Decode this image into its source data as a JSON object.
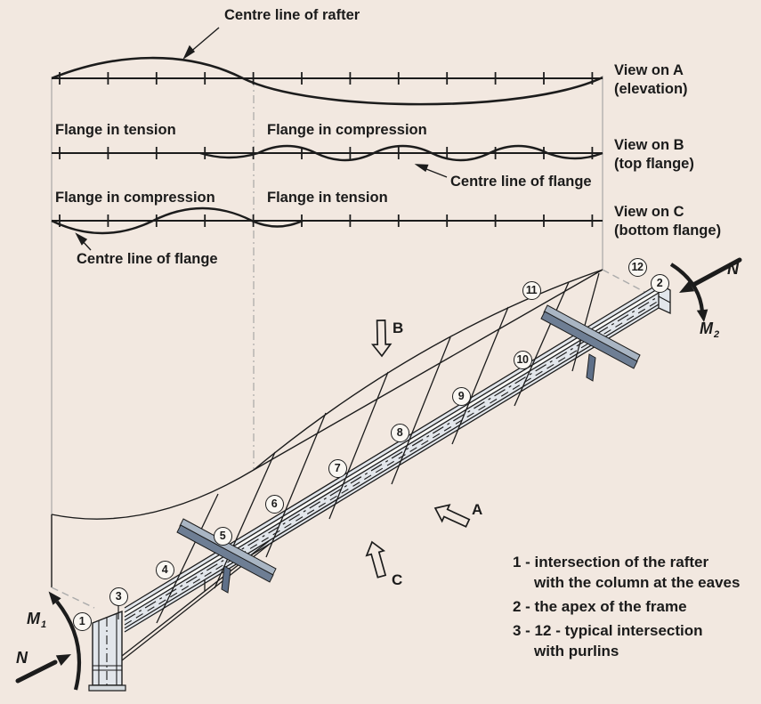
{
  "title": "Rafter buckling diagram",
  "colors": {
    "background": "#f2e8e0",
    "line": "#1c1c1c",
    "steel_fill": "#e2e6eb",
    "steel_highlight": "#f7f7f5",
    "purlin_web": "#6e7e94",
    "purlin_flange": "#a9b5c3",
    "reference_line": "#9a9a9a"
  },
  "annotations": {
    "centre_line_of_rafter": "Centre line of rafter",
    "centre_line_of_flange_top": "Centre line of flange",
    "centre_line_of_flange_bottom": "Centre line of flange"
  },
  "views": {
    "a": {
      "name": "View on A",
      "subtitle": "(elevation)"
    },
    "b": {
      "name": "View on B",
      "subtitle": "(top flange)",
      "left_zone": "Flange in tension",
      "right_zone": "Flange in compression"
    },
    "c": {
      "name": "View on C",
      "subtitle": "(bottom flange)",
      "left_zone": "Flange in compression",
      "right_zone": "Flange in tension"
    }
  },
  "iso": {
    "markers": [
      "1",
      "2",
      "3",
      "4",
      "5",
      "6",
      "7",
      "8",
      "9",
      "10",
      "11",
      "12"
    ],
    "view_arrows": {
      "a": "A",
      "b": "B",
      "c": "C"
    },
    "forces": {
      "n_top": "N",
      "n_bottom": "N",
      "m1_base": "M",
      "m1_sub": "1",
      "m2_base": "M",
      "m2_sub": "2"
    }
  },
  "legend": {
    "items": [
      {
        "line1": "1 - intersection of the rafter",
        "line2": "with the column at the eaves"
      },
      {
        "line1": "2 - the apex of the frame",
        "line2": ""
      },
      {
        "line1": "3 - 12 - typical intersection",
        "line2": "with purlins"
      }
    ]
  }
}
